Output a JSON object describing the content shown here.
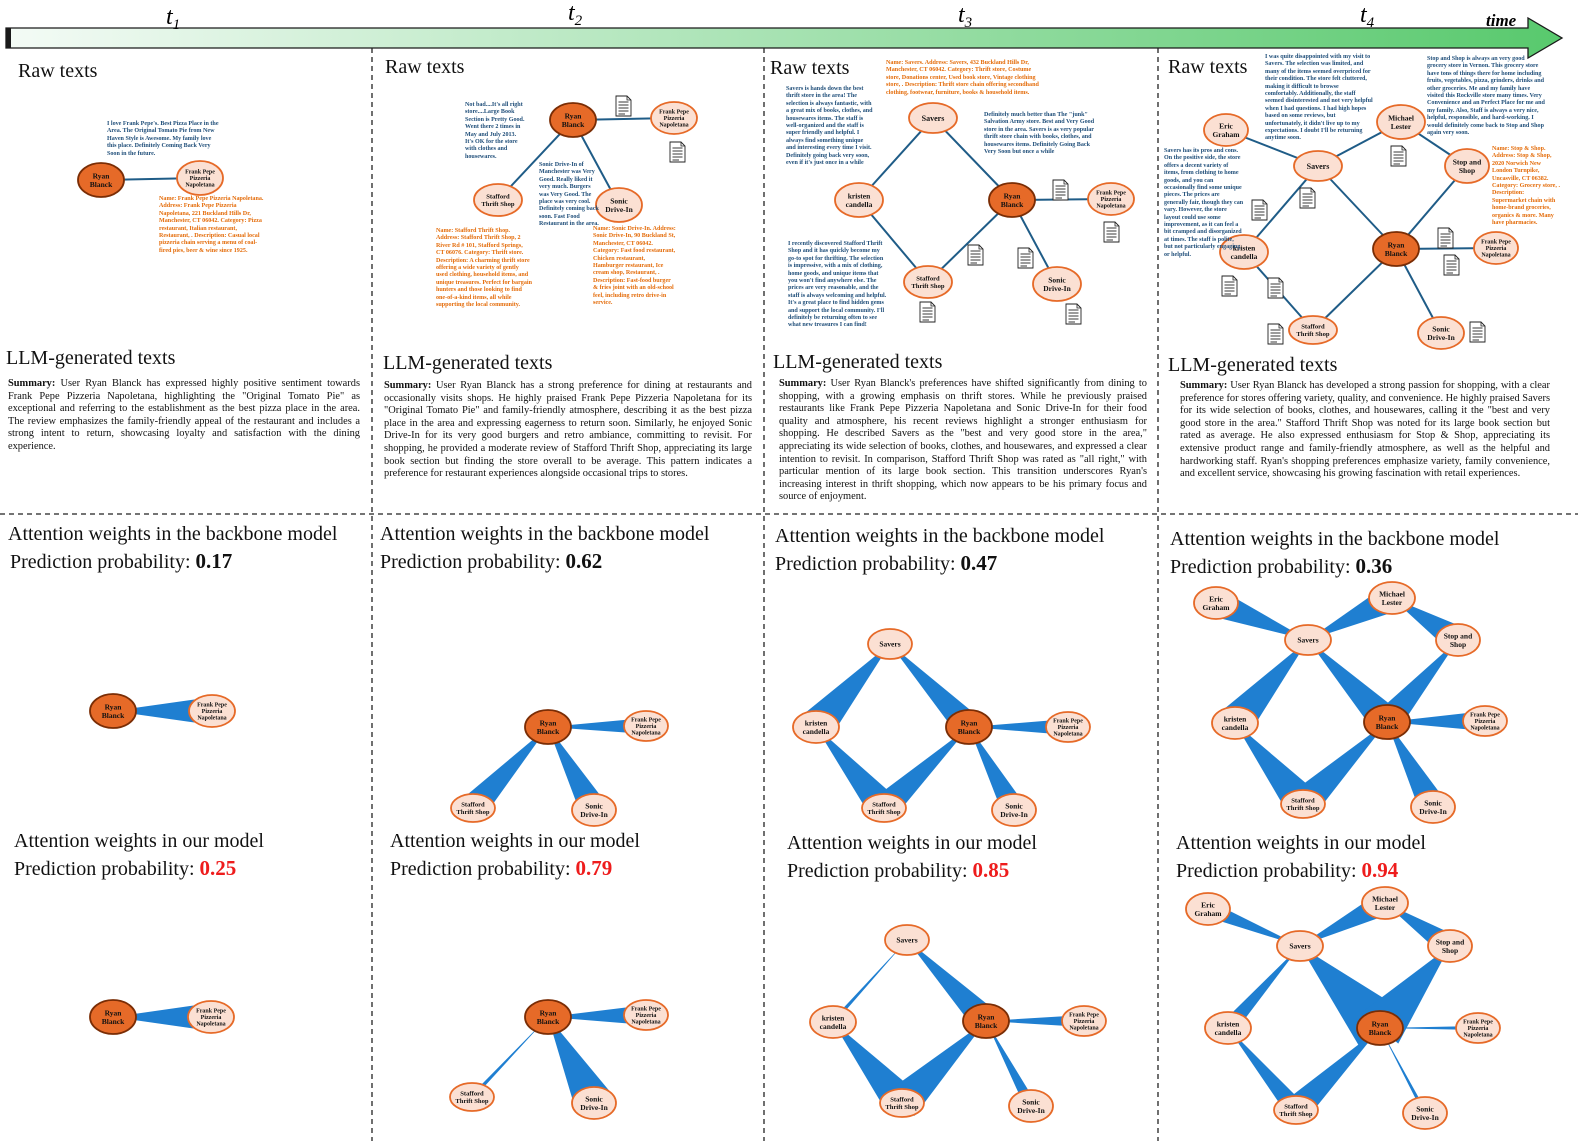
{
  "timeline": {
    "axis_label": "time",
    "ticks": [
      {
        "base": "t",
        "sub": "1"
      },
      {
        "base": "t",
        "sub": "2"
      },
      {
        "base": "t",
        "sub": "3"
      },
      {
        "base": "t",
        "sub": "4"
      }
    ],
    "colors": {
      "arrow_start": "#f4fbf6",
      "arrow_end": "#58c96d",
      "arrow_edge": "#1a1a1a"
    }
  },
  "colors": {
    "center_node_fill": "#e66a28",
    "node_fill": "#fbe0d3",
    "node_stroke": "#e66a28",
    "edge": "#1f5c87",
    "wedge": "#1f7fd1",
    "snippet_blue": "#1f4e79",
    "snippet_orange": "#e46c0a",
    "highlight_red": "#ee1c1c"
  },
  "headings": {
    "raw_texts": "Raw texts",
    "llm_texts": "LLM-generated texts",
    "backbone_attention": "Attention weights in the backbone model",
    "our_attention": "Attention weights in our model",
    "prediction_label": "Prediction probability: "
  },
  "nodes": {
    "ryan": "Ryan Blanck",
    "frank": "Frank Pepe Pizzeria Napoletana",
    "stafford": "Stafford Thrift Shop",
    "sonic": "Sonic Drive-In",
    "savers": "Savers",
    "kristen": "kristen candella",
    "eric": "Eric Graham",
    "michael": "Michael Lester",
    "stop": "Stop and Shop"
  },
  "columns": [
    {
      "backbone_prob": "0.17",
      "our_prob": "0.25",
      "summary_label": "Summary:",
      "summary": " User Ryan Blanck has expressed highly positive sentiment towards Frank Pepe Pizzeria Napoletana, highlighting the \"Original Tomato Pie\" as exceptional and referring to the establishment as the best pizza place in the area. The review emphasizes the family-friendly appeal of the restaurant and includes a strong intent to return, showcasing loyalty and satisfaction with the dining experience.",
      "snippets": [
        {
          "color": "blue",
          "text": "I love Frank Pepe's. Best Pizza Place in the Area. The Original Tomato Pie from New Haven Style is Awesome. My family love this place. Definitely Coming Back Very Soon in the future."
        },
        {
          "color": "orange",
          "text": "Name: Frank Pepe Pizzeria Napoletana. Address: Frank Pepe Pizzeria Napoletana, 221 Buckland Hills Dr, Manchester, CT 06042. Category: Pizza restaurant, Italian restaurant, Restaurant, . Description: Casual local pizzeria chain serving a menu of coal-fired pies, beer & wine since 1925."
        }
      ]
    },
    {
      "backbone_prob": "0.62",
      "our_prob": "0.79",
      "summary_label": "Summary:",
      "summary": " User Ryan Blanck has a strong preference for dining at restaurants and occasionally visits shops. He highly praised Frank Pepe Pizzeria Napoletana for its \"Original Tomato Pie\" and family-friendly atmosphere, describing it as the best pizza place in the area and expressing eagerness to return soon. Similarly, he enjoyed Sonic Drive-In for its very good burgers and retro ambiance, committing to revisit. For shopping, he provided a moderate review of Stafford Thrift Shop, appreciating its large book section but finding the store overall to be average. This pattern indicates a preference for restaurant experiences alongside occasional trips to stores.",
      "snippets": [
        {
          "color": "blue",
          "text": "Not bad....It's all right store....Large Book Section is Pretty Good. Went there 2 times in May and July 2013. It's OK for the store with clothes and housewares."
        },
        {
          "color": "blue",
          "text": "Sonic Drive-In of Manchester was Very Good. Really liked it very much. Burgers was Very Good. The place was very cool. Definitely coming back soon. Fast Food Restaurant in the area."
        },
        {
          "color": "orange",
          "text": "Name: Stafford Thrift Shop. Address: Stafford Thrift Shop, 2 River Rd # 101, Stafford Springs, CT 06076. Category: Thrift store. Description: A charming thrift store offering a wide variety of gently used clothing, household items, and unique treasures. Perfect for bargain hunters and those looking to find one-of-a-kind items, all while supporting the local community."
        },
        {
          "color": "orange",
          "text": "Name: Sonic Drive-In. Address: Sonic Drive-In, 90 Buckland St, Manchester, CT 06042. Category: Fast food restaurant, Chicken restaurant, Hamburger restaurant, Ice cream shop, Restaurant, . Description: Fast-food burger & fries joint with an old-school feel, including retro drive-in service."
        }
      ]
    },
    {
      "backbone_prob": "0.47",
      "our_prob": "0.85",
      "summary_label": "Summary:",
      "summary": " User Ryan Blanck's preferences have shifted significantly from dining to shopping, with a growing emphasis on thrift stores. While he previously praised restaurants like Frank Pepe Pizzeria Napoletana and Sonic Drive-In for their food quality and atmosphere, his recent reviews highlight a stronger enthusiasm for shopping. He described Savers as the \"best and very good store in the area,\" appreciating its wide selection of books, clothes, and housewares, and expressed a clear intention to revisit. In comparison, Stafford Thrift Shop was rated as \"all right,\" with particular mention of its large book section. This transition underscores Ryan's increasing interest in thrift shopping, which now appears to be his primary focus and source of enjoyment.",
      "snippets": [
        {
          "color": "orange",
          "text": "Name: Savers. Address: Savers, 432 Buckland Hills Dr, Manchester, CT 06042. Category: Thrift store, Costume store, Donations center, Used book store, Vintage clothing store, . Description: Thrift store chain offering secondhand clothing, footwear, furniture, books & household items."
        },
        {
          "color": "blue",
          "text": "Savers is hands down the best thrift store in the area! The selection is always fantastic, with a great mix of books, clothes, and housewares items. The staff is well-organized and the staff is super friendly and helpful. I always find something unique and interesting every time I visit. Definitely going back very soon, even if it's just once in a while"
        },
        {
          "color": "blue",
          "text": "Definitely much better than The \"junk\" Salvation Army store. Best and Very Good store in the area. Savers is as very popular thrift store chain with books, clothes, and housewares items. Definitely Going Back Very Soon but once a while"
        },
        {
          "color": "blue",
          "text": "I recently discovered Stafford Thrift Shop and it has quickly become my go-to spot for thrifting. The selection is impressive, with a mix of clothing, home goods, and unique items that you won't find anywhere else. The prices are very reasonable, and the staff is always welcoming and helpful. It's a great place to find hidden gems and support the local community. I'll definitely be returning often to see what new treasures I can find!"
        }
      ]
    },
    {
      "backbone_prob": "0.36",
      "our_prob": "0.94",
      "summary_label": "Summary:",
      "summary": " User Ryan Blanck has developed a strong passion for shopping, with a clear preference for stores offering variety, quality, and convenience. He highly praised Savers for its wide selection of books, clothes, and housewares, calling it the \"best and very good store in the area.\" Stafford Thrift Shop was noted for its large book section but rated as average. He also expressed enthusiasm for Stop & Shop, appreciating its extensive product range and family-friendly atmosphere, as well as the helpful and hardworking staff. Ryan's shopping preferences emphasize variety, family convenience, and excellent service, showcasing his growing fascination with retail experiences.",
      "snippets": [
        {
          "color": "blue",
          "text": "I was quite disappointed with my visit to Savers. The selection was limited, and many of the items seemed overpriced for their condition. The store felt cluttered, making it difficult to browse comfortably. Additionally, the staff seemed disinterested and not very helpful when I had questions. I had high hopes based on some reviews, but unfortunately, it didn't live up to my expectations. I doubt I'll be returning anytime soon."
        },
        {
          "color": "blue",
          "text": "Stop and Shop is always an very good grocery store in Vernon. This grocery store have tons of things there for home including fruits, vegetables, pizza, grinders, drinks and other groceries. Me and my family have visited this Rockville store many times. Very Convenience and an Perfect Place for me and my family. Also, Staff is always a very nice, helpful, responsible, and hard-working. I would definitely come back to Stop and Shop again very soon."
        },
        {
          "color": "blue",
          "text": "Savers has its pros and cons. On the positive side, the store offers a decent variety of items, from clothing to home goods, and you can occasionally find some unique pieces. The prices are generally fair, though they can vary. However, the store layout could use some improvement, as it can feel a bit cramped and disorganized at times. The staff is polite, but not particularly engaging or helpful."
        },
        {
          "color": "orange",
          "text": "Name: Stop & Shop. Address: Stop & Shop, 2020 Norwich New London Turnpike, Uncasville, CT 06382. Category: Grocery store, . Description: Supermarket chain with home-brand groceries, organics & more. Many have pharmacies."
        }
      ]
    }
  ]
}
